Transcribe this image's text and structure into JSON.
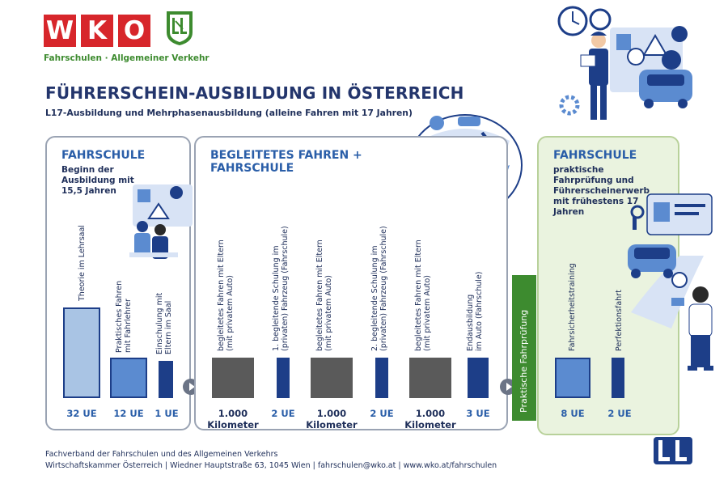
{
  "logo": {
    "letters": [
      "W",
      "K",
      "O"
    ],
    "subline": "Fahrschulen · Allgemeiner Verkehr",
    "colors": {
      "red": "#d7262b",
      "green": "#3d8b2f"
    }
  },
  "title": "FÜHRERSCHEIN-AUSBILDUNG IN ÖSTERREICH",
  "subtitle": "L17-Ausbildung und Mehrphasenausbildung (alleine Fahren mit 17 Jahren)",
  "panel1": {
    "heading": "FAHRSCHULE",
    "text": "Beginn der Ausbildung mit 15,5 Jahren",
    "bars": [
      {
        "label": "Theorie im Lehrsaal",
        "value": "32 UE"
      },
      {
        "label_line1": "Praktisches Fahren",
        "label_line2": "mit Fahrlehrer",
        "value": "12 UE"
      },
      {
        "label_line1": "Einschulung mit",
        "label_line2": "Eltern im Saal",
        "value": "1 UE"
      }
    ]
  },
  "panel2": {
    "heading": "BEGLEITETES FAHREN + FAHRSCHULE",
    "bars": [
      {
        "label_line1": "begleitetes Fahren mit Eltern",
        "label_line2": "(mit privatem Auto)",
        "value_line1": "1.000",
        "value_line2": "Kilometer"
      },
      {
        "label_line1": "1. begleitende Schulung im",
        "label_line2": "(privaten) Fahrzeug (Fahrschule)",
        "value": "2 UE"
      },
      {
        "label_line1": "begleitetes Fahren mit Eltern",
        "label_line2": "(mit privatem Auto)",
        "value_line1": "1.000",
        "value_line2": "Kilometer"
      },
      {
        "label_line1": "2. begleitende Schulung im",
        "label_line2": "(privaten) Fahrzeug (Fahrschule)",
        "value": "2 UE"
      },
      {
        "label_line1": "begleitetes Fahren mit Eltern",
        "label_line2": "(mit privatem Auto)",
        "value_line1": "1.000",
        "value_line2": "Kilometer"
      },
      {
        "label_line1": "Endausbildung",
        "label_line2": "im Auto (Fahrschule)",
        "value": "3 UE"
      }
    ]
  },
  "pruefung": "Praktische Fahrprüfung",
  "panel3": {
    "heading": "FAHRSCHULE",
    "text": "praktische Fahrprüfung und Führerscheinerwerb mit frühestens 17 Jahren",
    "bars": [
      {
        "label": "Fahrsicherheitstraining",
        "value": "8 UE"
      },
      {
        "label": "Perfektionsfahrt",
        "value": "2 UE"
      }
    ]
  },
  "footer": {
    "line1": "Fachverband der Fahrschulen und des Allgemeinen Verkehrs",
    "line2": "Wirtschaftskammer Österreich | Wiedner Hauptstraße 63, 1045 Wien | fahrschulen@wko.at | www.wko.at/fahrschulen"
  },
  "icons": [
    "logo-shield-icon",
    "play-arrow-icon",
    "instructor-illustration",
    "driving-illustration",
    "classroom-illustration",
    "license-illustration",
    "l-plate-icon"
  ],
  "colors": {
    "light_blue": "#a9c4e4",
    "mid_blue": "#5b8bd0",
    "dark_blue": "#1d3e88",
    "grey": "#5a5a5a",
    "heading_blue": "#2a5ea8",
    "green_panel": "#eaf3df"
  }
}
